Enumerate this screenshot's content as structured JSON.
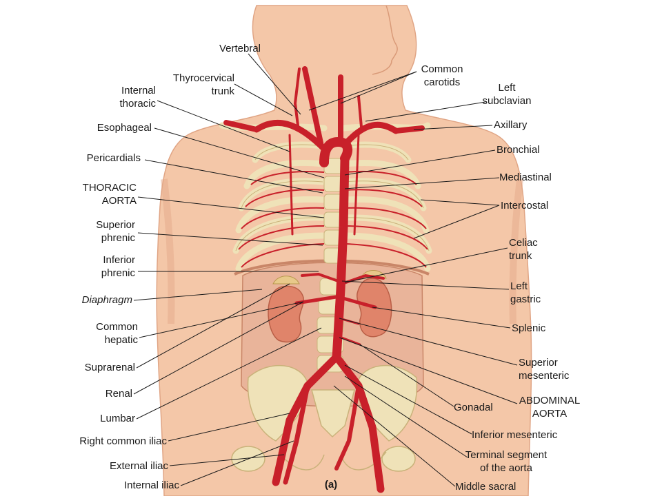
{
  "labels_left": [
    {
      "key": "vertebral",
      "text": "Vertebral"
    },
    {
      "key": "thyrocervical",
      "text": "Thyrocervical\ntrunk"
    },
    {
      "key": "internal_thoracic",
      "text": "Internal\nthoracic"
    },
    {
      "key": "esophageal",
      "text": "Esophageal"
    },
    {
      "key": "pericardials",
      "text": "Pericardials"
    },
    {
      "key": "thoracic_aorta",
      "text": "THORACIC\nAORTA"
    },
    {
      "key": "superior_phrenic",
      "text": "Superior\nphrenic"
    },
    {
      "key": "inferior_phrenic",
      "text": "Inferior\nphrenic"
    },
    {
      "key": "diaphragm",
      "text": "Diaphragm"
    },
    {
      "key": "common_hepatic",
      "text": "Common\nhepatic"
    },
    {
      "key": "suprarenal",
      "text": "Suprarenal"
    },
    {
      "key": "renal",
      "text": "Renal"
    },
    {
      "key": "lumbar",
      "text": "Lumbar"
    },
    {
      "key": "right_common_iliac",
      "text": "Right common iliac"
    },
    {
      "key": "external_iliac",
      "text": "External iliac"
    },
    {
      "key": "internal_iliac",
      "text": "Internal iliac"
    }
  ],
  "labels_right": [
    {
      "key": "common_carotids",
      "text": "Common\ncarotids"
    },
    {
      "key": "left_subclavian",
      "text": "Left\nsubclavian"
    },
    {
      "key": "axillary",
      "text": "Axillary"
    },
    {
      "key": "bronchial",
      "text": "Bronchial"
    },
    {
      "key": "mediastinal",
      "text": "Mediastinal"
    },
    {
      "key": "intercostal",
      "text": "Intercostal"
    },
    {
      "key": "celiac_trunk",
      "text": "Celiac\ntrunk"
    },
    {
      "key": "left_gastric",
      "text": "Left\ngastric"
    },
    {
      "key": "splenic",
      "text": "Splenic"
    },
    {
      "key": "superior_mesenteric",
      "text": "Superior\nmesenteric"
    },
    {
      "key": "abdominal_aorta",
      "text": "ABDOMINAL\nAORTA"
    },
    {
      "key": "gonadal",
      "text": "Gonadal"
    },
    {
      "key": "inferior_mesenteric",
      "text": "Inferior mesenteric"
    },
    {
      "key": "terminal_segment",
      "text": "Terminal segment\nof the aorta"
    },
    {
      "key": "middle_sacral",
      "text": "Middle sacral"
    }
  ],
  "panel_label": "(a)",
  "colors": {
    "skin": "#f4c7a8",
    "skin_shadow": "#e3a98a",
    "artery": "#c8202a",
    "bone": "#efe2b8",
    "kidney": "#e0846a",
    "cavity": "#e9b49a",
    "leader": "#1a1a1a"
  }
}
